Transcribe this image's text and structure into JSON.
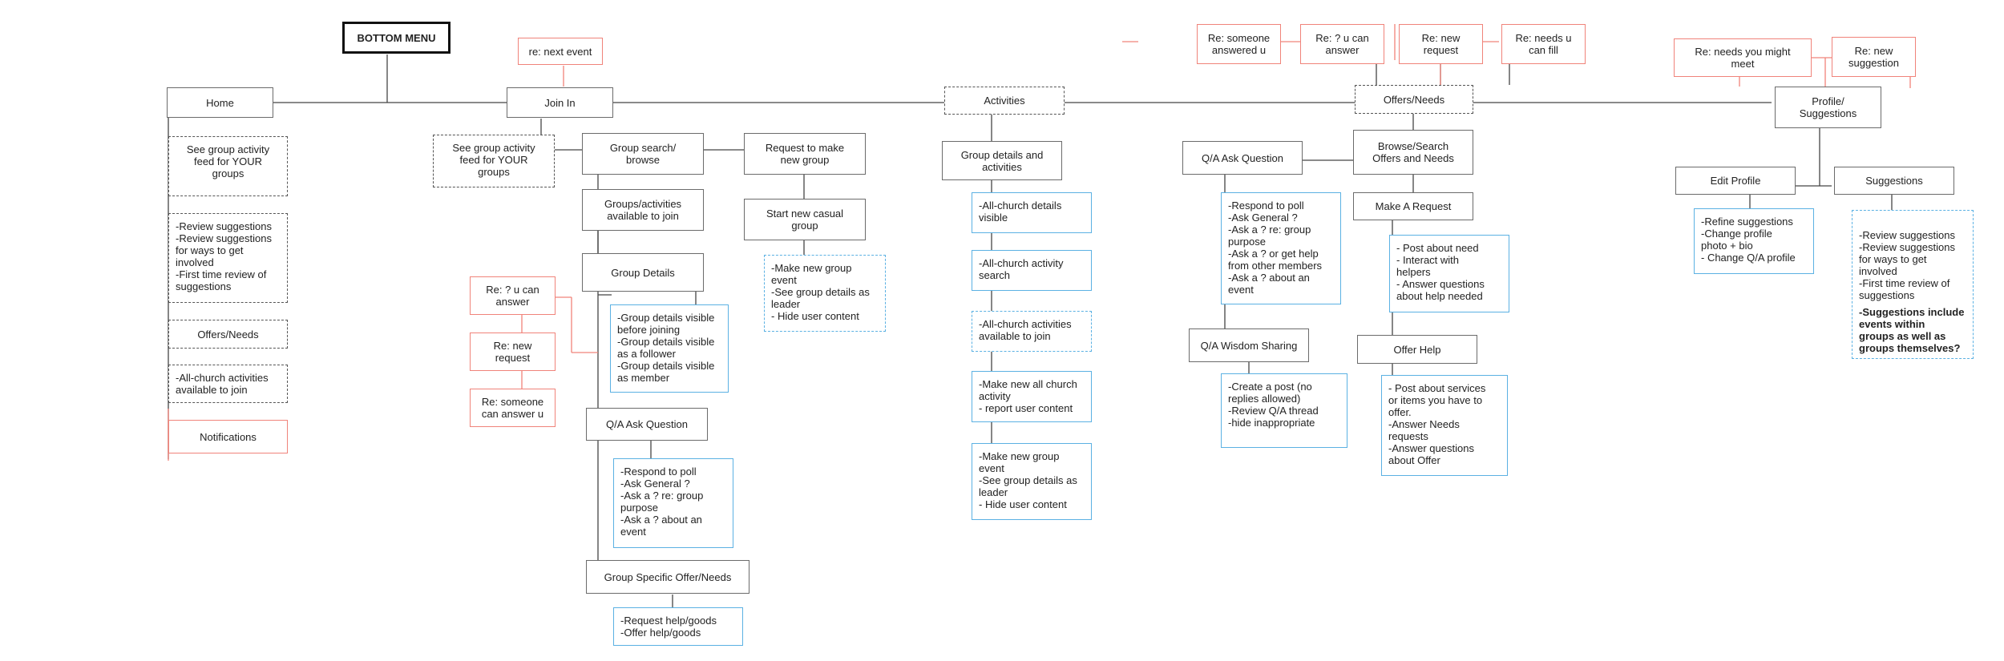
{
  "nodes": {
    "bottom_menu": "BOTTOM MENU",
    "home": "Home",
    "join_in": "Join In",
    "activities": "Activities",
    "offers_needs": "Offers/Needs",
    "profile": "Profile/\nSuggestions",
    "re_next_event": "re: next event",
    "re_someone_answered": "Re: someone\nanswered u",
    "re_u_can_answer_top": "Re: ? u can\nanswer",
    "re_new_request_top": "Re: new\nrequest",
    "re_needs_u_can_fill": "Re: needs u\ncan fill",
    "re_needs_might_meet": "Re: needs you might\nmeet",
    "re_new_suggestion": "Re: new\nsuggestion",
    "home_feed": "See group activity\nfeed for YOUR\ngroups",
    "home_review": "-Review suggestions\n-Review suggestions\nfor ways to get\ninvolved\n-First time review of\nsuggestions",
    "home_offers": "Offers/Needs",
    "home_all_church": "-All-church activities\navailable to join",
    "home_notifications": "Notifications",
    "join_feed": "See group activity\nfeed for YOUR\ngroups",
    "group_search": "Group search/\nbrowse",
    "request_new_group": "Request to make\nnew group",
    "groups_available": "Groups/activities\navailable to join",
    "start_casual": "Start new casual\ngroup",
    "make_group_event": "-Make new group\nevent\n-See group details as\nleader\n- Hide user content",
    "group_details": "Group Details",
    "group_details_visible": "-Group details visible\nbefore joining\n-Group details visible\nas a follower\n-Group details visible\nas member",
    "re_u_can_answer_left": "Re: ? u can\nanswer",
    "re_new_request_left": "Re: new\nrequest",
    "re_someone_left": "Re: someone\ncan answer u",
    "qa_ask_join": "Q/A Ask Question",
    "qa_join_list": "-Respond to poll\n-Ask General ?\n-Ask a ? re: group\npurpose\n-Ask a ? about an\nevent",
    "group_offer_needs": "Group Specific Offer/Needs",
    "request_help": "-Request help/goods\n-Offer help/goods",
    "group_details_activities": "Group details and\nactivities",
    "all_church_details": "-All-church details\nvisible",
    "all_church_search": "-All-church activity\nsearch",
    "all_church_available": "-All-church activities\navailable to join",
    "make_all_church": "-Make new all church\nactivity\n- report user content",
    "make_group_event2": "-Make new group\nevent\n-See group details as\nleader\n- Hide user content",
    "qa_ask_offers": "Q/A Ask Question",
    "browse_offers": "Browse/Search\nOffers and Needs",
    "qa_offers_list": "-Respond to poll\n-Ask General ?\n-Ask a ? re: group\npurpose\n-Ask a ? or get help\nfrom other members\n-Ask a ? about an\nevent",
    "make_request": "Make A Request",
    "post_need": "- Post about need\n- Interact with\nhelpers\n- Answer questions\nabout help needed",
    "qa_wisdom": "Q/A Wisdom Sharing",
    "create_post": "-Create a post (no\nreplies allowed)\n-Review Q/A thread\n-hide inappropriate",
    "offer_help": "Offer Help",
    "post_services": "- Post about services\nor items you have to\noffer.\n-Answer Needs\nrequests\n-Answer questions\nabout Offer",
    "edit_profile": "Edit Profile",
    "suggestions": "Suggestions",
    "refine_profile": "-Refine suggestions\n-Change profile\nphoto + bio\n- Change Q/A profile",
    "suggestions_list": "-Review suggestions\n-Review suggestions\nfor ways to get\ninvolved\n-First time review of\nsuggestions",
    "suggestions_bold": "-Suggestions include\nevents within\ngroups as well as\ngroups themselves?"
  }
}
